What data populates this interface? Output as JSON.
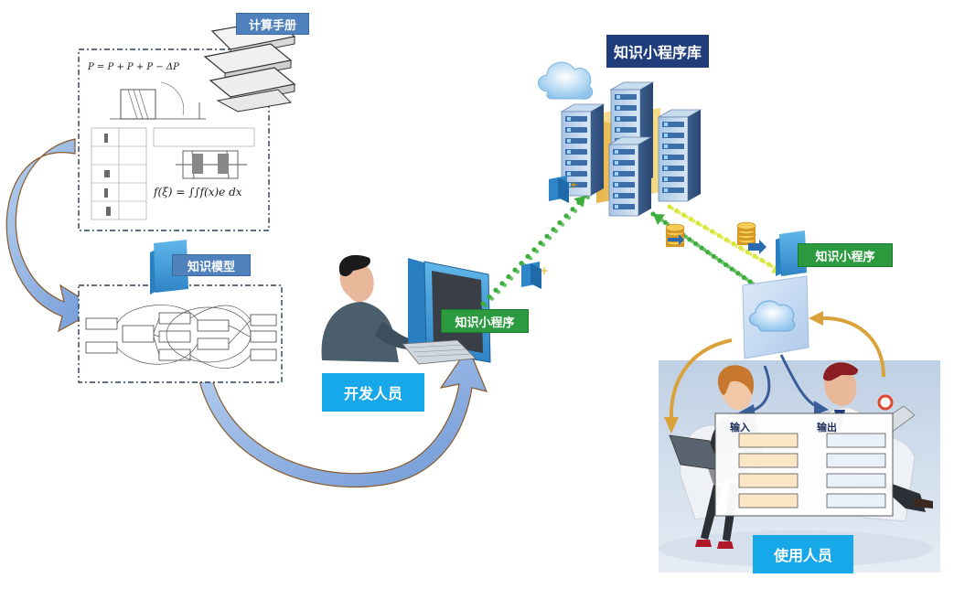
{
  "labels": {
    "handbook": "计算手册",
    "knowledge_model": "知识模型",
    "app_library": "知识小程序库",
    "app_developer_side": "知识小程序",
    "app_user_side": "知识小程序",
    "developer": "开发人员",
    "users": "使用人员",
    "input": "输入",
    "output": "输出"
  },
  "handbook_formulas": {
    "formula_1": "P = P + P + P − ΔP",
    "formula_2": "f(ξ) = ∫∫f(x)e dx"
  },
  "colors": {
    "blue_tag": "#4f81bd",
    "navy_tag": "#1f3d7a",
    "green_tag": "#2c9a3e",
    "cyan_tag": "#16a8e8",
    "green_dots": "#3dae3d",
    "yellow_dots": "#d8e83a",
    "curve_arrow": "#8aaee0",
    "curve_outline": "#8a5a2a"
  }
}
